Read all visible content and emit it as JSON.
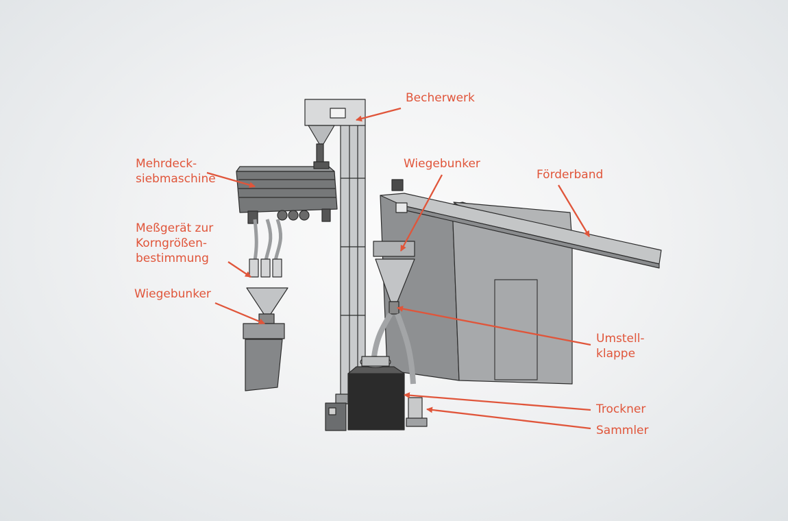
{
  "accent_color": "#e0553a",
  "labels": {
    "becherwerk": "Becherwerk",
    "mehrdeck": "Mehrdeck-\nsiebmaschine",
    "wiegebunker_top": "Wiegebunker",
    "foerderband": "Förderband",
    "messgeraet": "Meßgerät zur\nKorngrößen-\nbestimmung",
    "wiegebunker_left": "Wiegebunker",
    "umstellklappe": "Umstell-\nklappe",
    "trockner": "Trockner",
    "sammler": "Sammler"
  }
}
